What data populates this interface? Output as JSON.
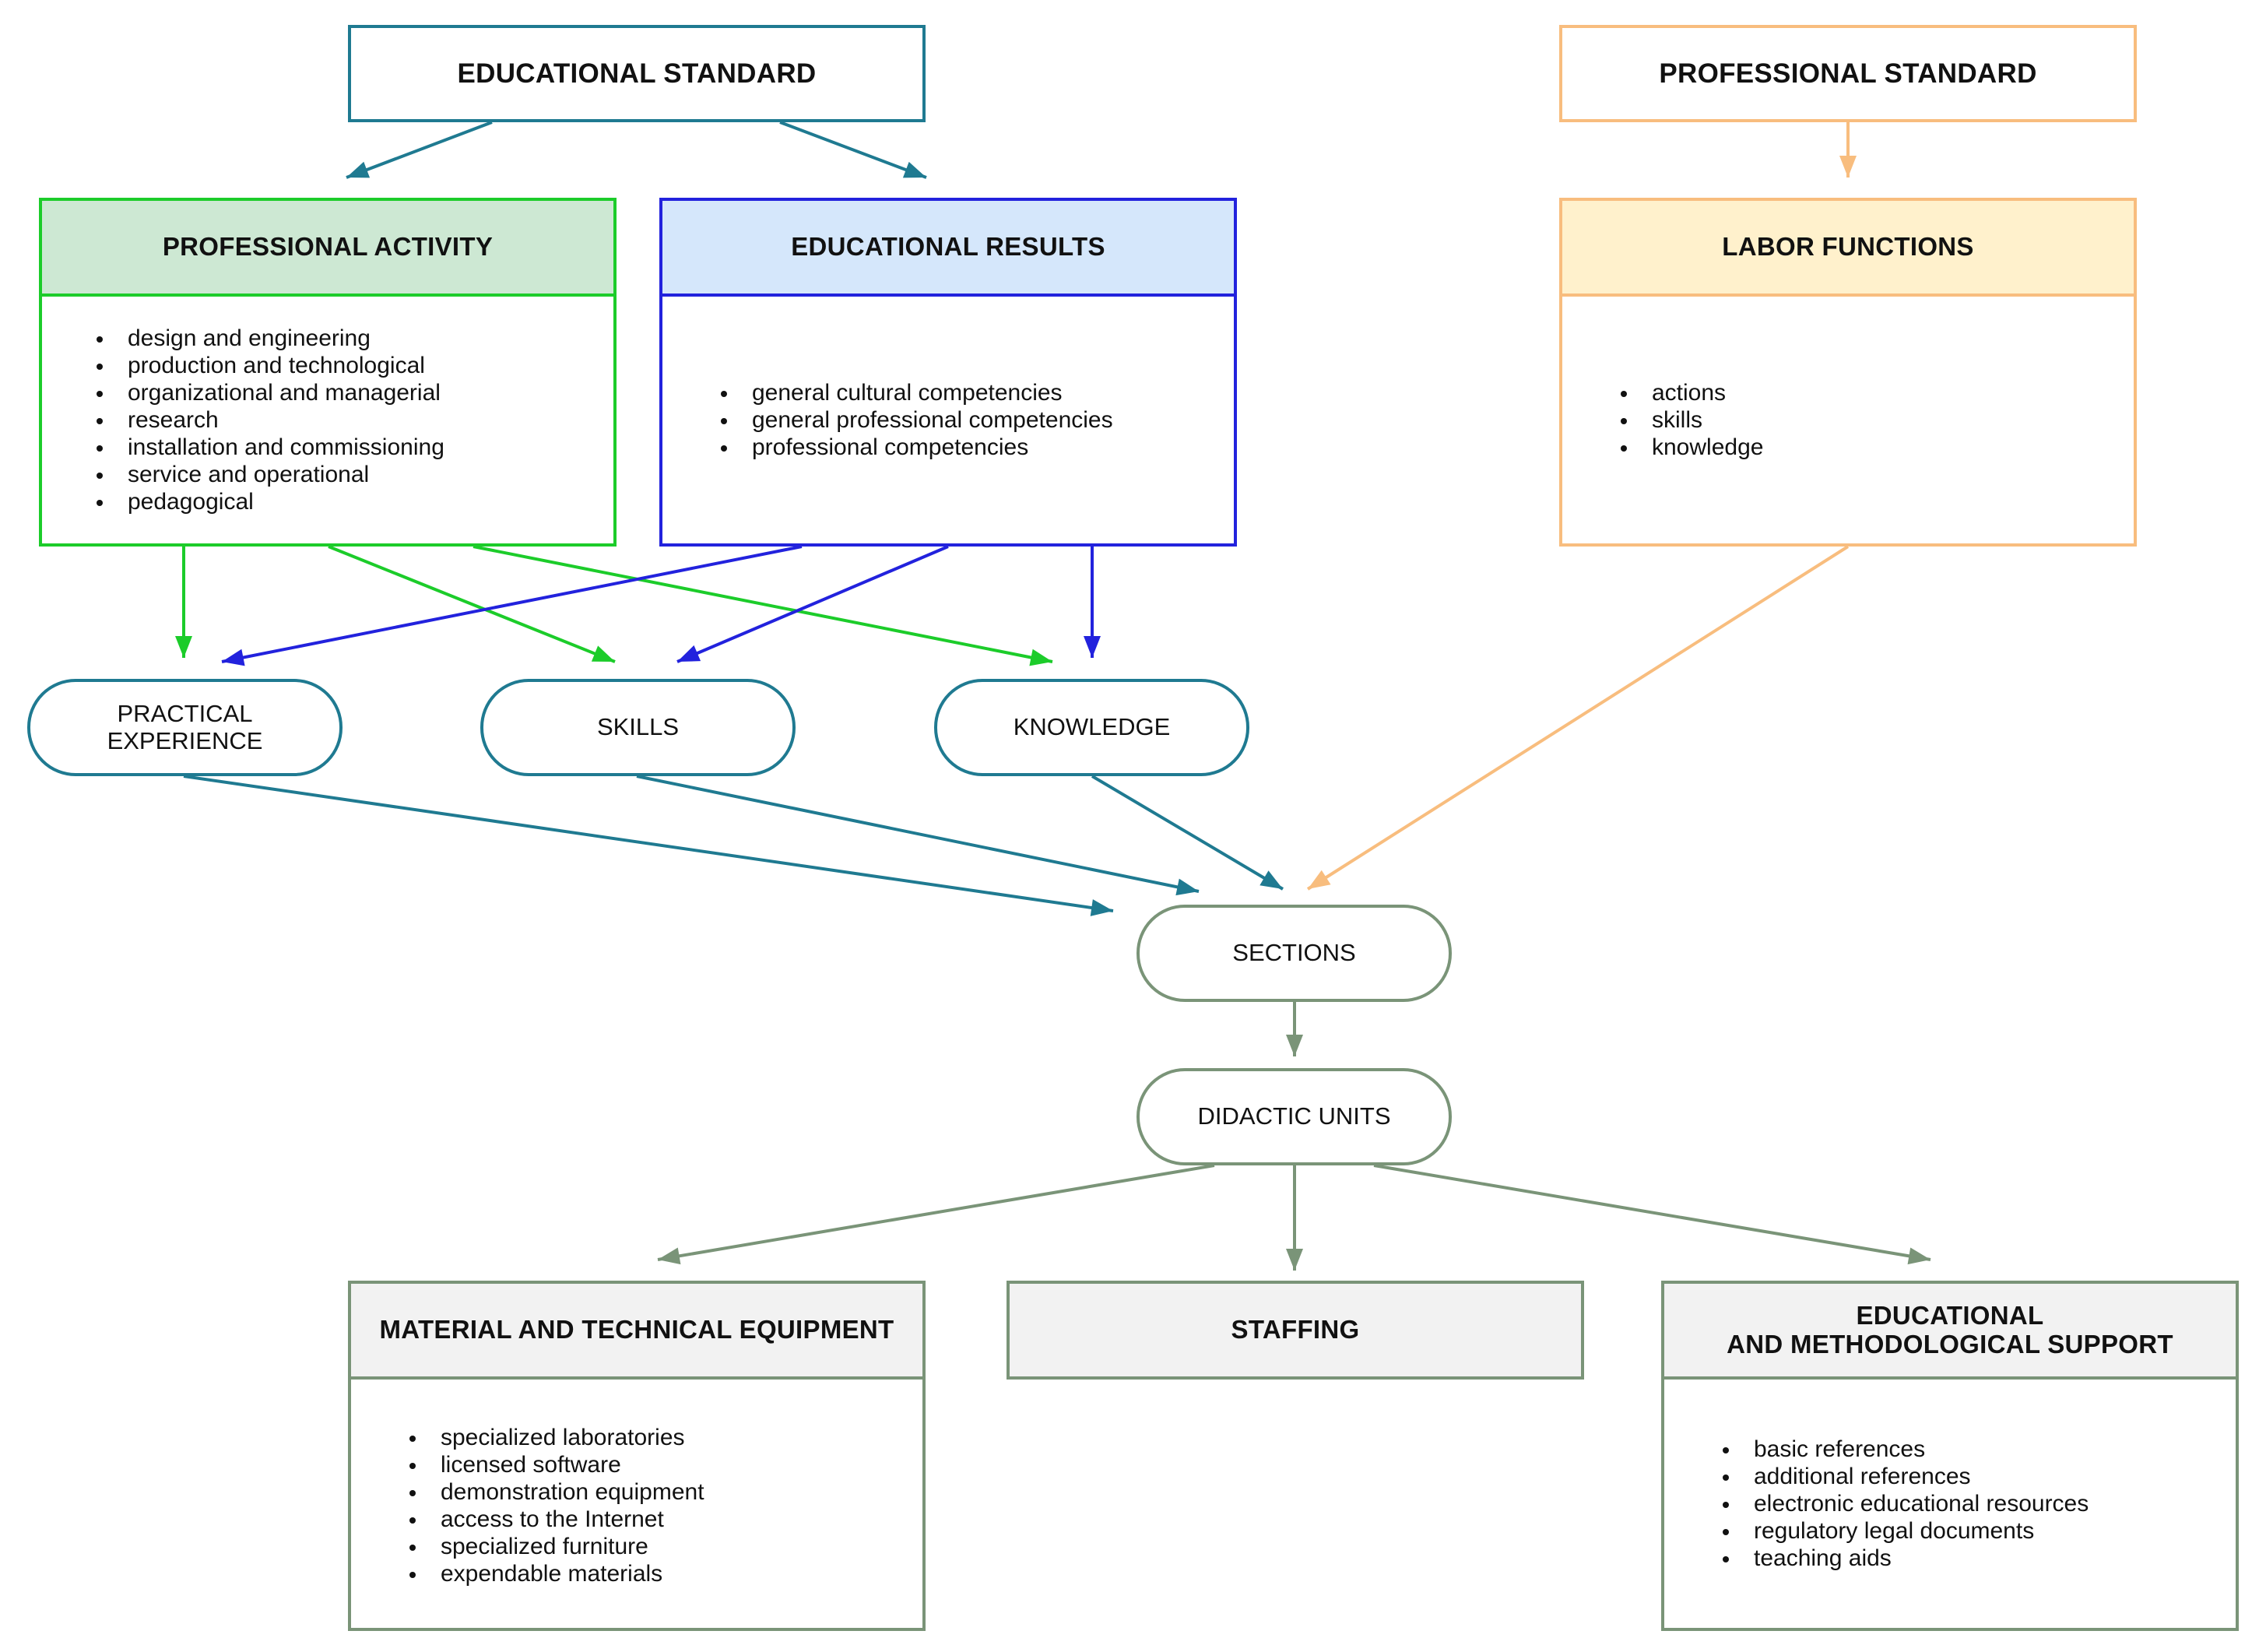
{
  "colors": {
    "teal": "#1f7a91",
    "green": "#1ccc2a",
    "green_fill": "#cde8d3",
    "blue": "#2222dd",
    "blue_fill": "#d5e7fb",
    "orange": "#f8bd7e",
    "orange_fill": "#fff1cc",
    "sage": "#7a9478",
    "gray_fill": "#f2f2f2"
  },
  "top_boxes": {
    "educational_standard": "EDUCATIONAL STANDARD",
    "professional_standard": "PROFESSIONAL STANDARD"
  },
  "professional_activity": {
    "title": "PROFESSIONAL ACTIVITY",
    "items": [
      "design and engineering",
      "production and technological",
      "organizational and managerial",
      "research",
      "installation and commissioning",
      "service and operational",
      "pedagogical"
    ]
  },
  "educational_results": {
    "title": "EDUCATIONAL RESULTS",
    "items": [
      "general cultural competencies",
      "general professional competencies",
      "professional competencies"
    ]
  },
  "labor_functions": {
    "title": "LABOR FUNCTIONS",
    "items": [
      "actions",
      "skills",
      "knowledge"
    ]
  },
  "nodes": {
    "practical_experience": "PRACTICAL\nEXPERIENCE",
    "skills": "SKILLS",
    "knowledge": "KNOWLEDGE",
    "sections": "SECTIONS",
    "didactic_units": "DIDACTIC UNITS"
  },
  "material_equipment": {
    "title": "MATERIAL AND TECHNICAL EQUIPMENT",
    "items": [
      "specialized laboratories",
      "licensed software",
      "demonstration equipment",
      "access to the Internet",
      "specialized furniture",
      "expendable materials"
    ]
  },
  "staffing": {
    "title": "STAFFING"
  },
  "methodological_support": {
    "title": "EDUCATIONAL\nAND METHODOLOGICAL SUPPORT",
    "items": [
      "basic references",
      "additional references",
      "electronic educational resources",
      "regulatory legal documents",
      "teaching aids"
    ]
  }
}
